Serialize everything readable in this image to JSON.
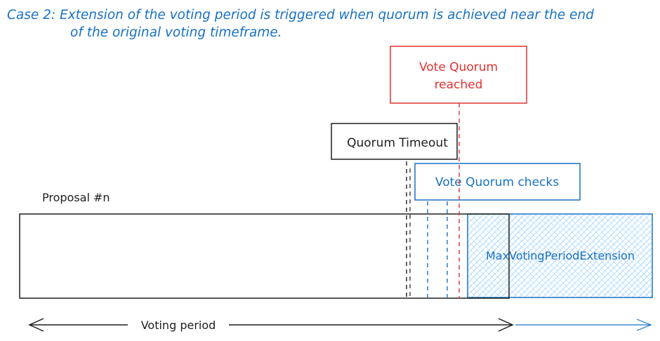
{
  "caption": {
    "line1": "Case 2: Extension of the voting period is triggered when quorum is achieved near the end",
    "line2": "of the original voting timeframe."
  },
  "labels": {
    "vote_quorum_reached_line1": "Vote Quorum",
    "vote_quorum_reached_line2": "reached",
    "quorum_timeout": "Quorum Timeout",
    "vote_quorum_checks": "Vote Quorum checks",
    "proposal": "Proposal #n",
    "max_extension": "MaxVotingPeriodExtension",
    "voting_period": "Voting period"
  },
  "colors": {
    "black": "#1e1e1e",
    "red": "#e03131",
    "blue": "#1971c2",
    "hatch": "#a5d8ff"
  }
}
